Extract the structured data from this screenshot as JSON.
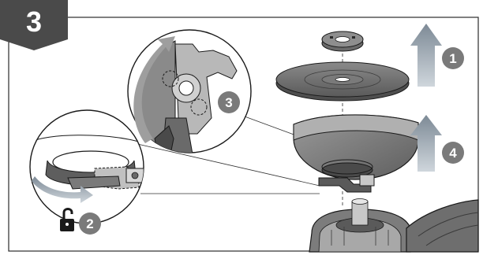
{
  "figure": {
    "step_number": "3",
    "callouts": [
      {
        "id": "1",
        "label": "1"
      },
      {
        "id": "2",
        "label": "2"
      },
      {
        "id": "3",
        "label": "3"
      },
      {
        "id": "4",
        "label": "4"
      }
    ],
    "icons": [
      "unlock-padlock-icon",
      "rotate-arrow-icon",
      "up-arrow-icon"
    ],
    "colors": {
      "badge": "#4a4a4a",
      "callout": "#7a7a7a",
      "arrow": "#8c8c8c",
      "part_dark": "#5a5a5a",
      "part_mid": "#8a8a8a",
      "part_light": "#b8b8b8",
      "outline": "#1a1a1a"
    }
  }
}
